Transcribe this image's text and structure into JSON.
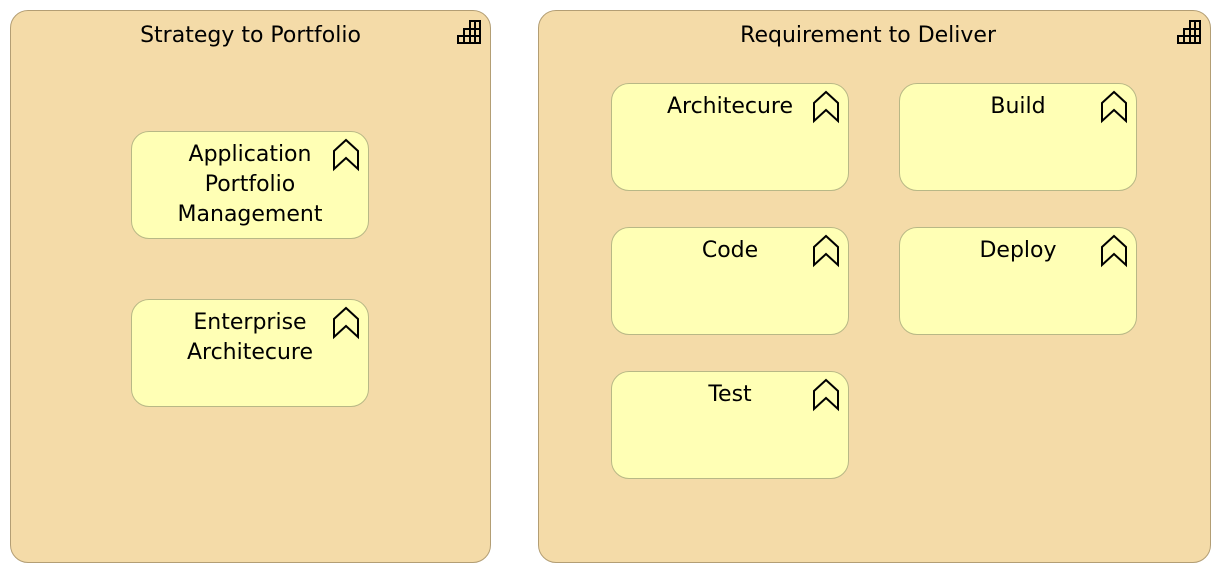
{
  "colors": {
    "group_fill": "#f4dba8",
    "function_fill": "#ffffb5"
  },
  "groups": [
    {
      "title": "Strategy to Portfolio",
      "icon": "grouping-stairs-icon",
      "functions": [
        {
          "label": "Application Portfolio Management",
          "icon": "function-chevron-icon"
        },
        {
          "label": "Enterprise Architecure",
          "icon": "function-chevron-icon"
        }
      ]
    },
    {
      "title": "Requirement to Deliver",
      "icon": "grouping-stairs-icon",
      "functions": [
        {
          "label": "Architecure",
          "icon": "function-chevron-icon"
        },
        {
          "label": "Build",
          "icon": "function-chevron-icon"
        },
        {
          "label": "Code",
          "icon": "function-chevron-icon"
        },
        {
          "label": "Deploy",
          "icon": "function-chevron-icon"
        },
        {
          "label": "Test",
          "icon": "function-chevron-icon"
        }
      ]
    }
  ]
}
